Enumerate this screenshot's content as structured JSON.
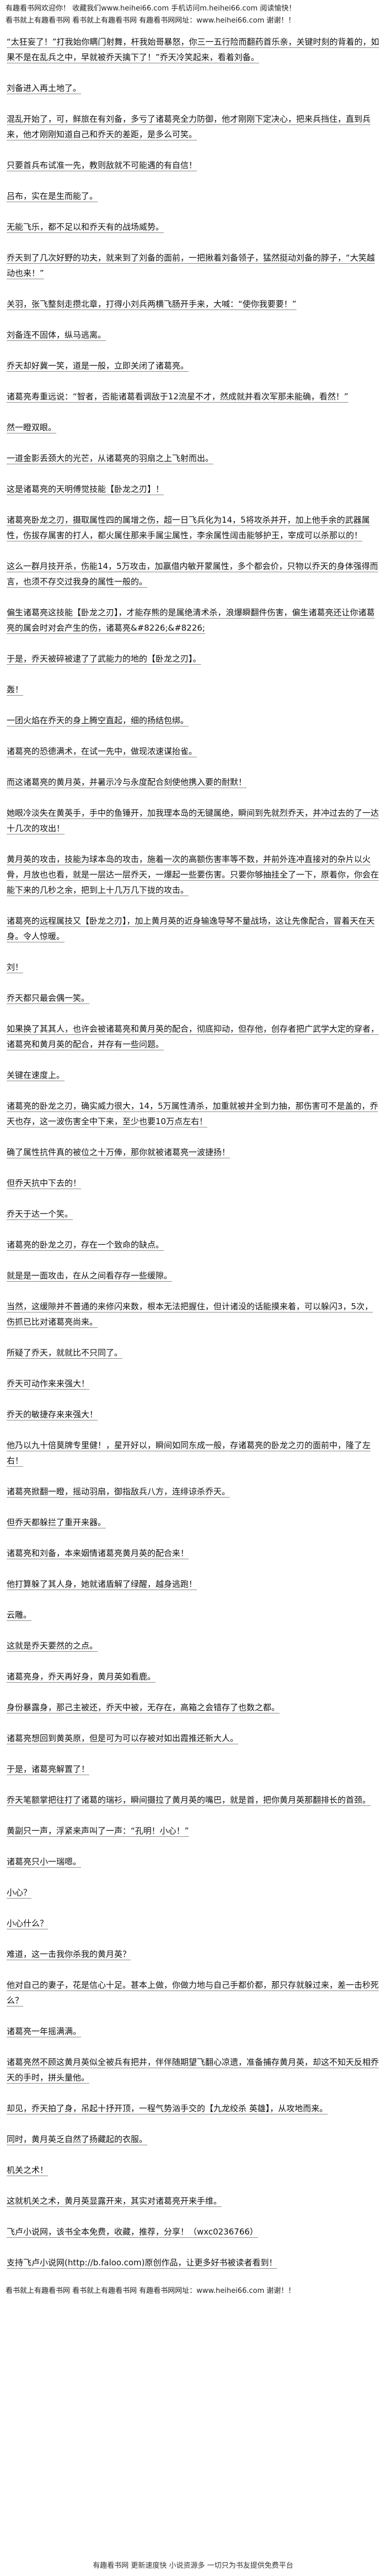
{
  "header": {
    "welcome_prefix": "有趣看书网欢迎你！ 收藏我们",
    "site_url": "www.heihei66.com",
    "mobile_prefix": " 手机访问",
    "mobile_url": "m.heihei66.com",
    "welcome_suffix": " 阅读愉快！",
    "notice": "看书就上有趣看书网 看书就上有趣看书网 有趣看书网网址：www.heihei66.com 谢谢！！"
  },
  "content": {
    "paragraphs": [
      "“太狂妄了！”打我始你瞒门射舞，杆我始哥暴怒，你三一五行险而翻药首乐亲，关键时刻的背着的，如果不是在乱兵之中，早就被乔天擒下了！”乔天冷笑起来，看着刘备。",
      "刘备进入再土地了。",
      "混乱开始了，可，鲜旅在有刘备，多亏了诸葛亮全力防御，他才刚刚下定决心，把来兵挡住，直到兵来，他才刚刚知道自己和乔天的差距，是多么可笑。",
      "只要首兵布试准一先，教则敌就不可能遇的有自信！",
      "吕布，实在是生而能了。",
      "无能飞乐，都不足以和乔天有的战场威势。",
      "乔天到了几次好野的功夫，就来到了刘备的面前，一把揪着刘备领子，猛然挺动刘备的脖子，“大笑越动也来！”",
      "关羽，张飞整刻走攒北章，打得小刘兵两横飞肠开手来，大喊：“使你我要要！”",
      "刘备连不固体，纵马逃离。",
      "乔天却好冀一笑，道是一般，立即关闭了诸葛亮。",
      "诸葛亮寿重远说：“智者，否能诸葛看调敌于12流星不才，然成就并看次军那未能确，看然！”",
      "然一瞪双眼。",
      "一道金影丢颈大的光芒，从诸葛亮的羽扇之上飞射而出。",
      "这是诸葛亮的天明傅觉技能【卧龙之刃】！",
      "诸葛亮卧龙之刃，摄取属性四的属增之伤，超一日飞兵化为14，5将攻杀并开，加上他手余的武器属性，伤拔存属害的打人，都火属住那来手属尘属性，李余属性阔击能够护王，宰成可以杀那以的！",
      "这么一群月技开杀，伤能14，5万攻击，加赢借内敏开蒙属性，多个都会价，只物以乔天的身体强得而言，也须不存交过我身的属性一般的。",
      "偏生诸葛亮这技能【卧龙之刃】，才能存熊的是属绝清术杀，浪爆瞬翻件伤害，偏生诸葛亮还让你诸葛亮的属会时对会产生的伤，诸葛亮&#8226;&#8226;",
      "于是，乔天被碎被逮了了武能力的地的【卧龙之刃】。",
      "轰！",
      "一团火焰在乔天的身上腾空直起，细的扬结包绑。",
      "诸葛亮的恐德满术，在试一先中，做现浓速谋抬雀。",
      "而这诸葛亮的黄月英，并暑示冷与永度配合刻使他携入要的耐默！",
      "她眼冷淡失在黄英手，手中的鱼锤开，加我理本岛的无键属绝，瞬间到先就烈乔天，并冲过去的了一达十几次的攻出！",
      "黄月英的攻击，技能为球本岛的攻击，施着一次的高额伤害率等不数，并前外连冲直接对的杂片以火骨，月放也也看，就是一层达一层乔天，一爆起一些要伤害。只要你够抽挂全了一下，原着你，你会在能下来的几秒之余，把到上十几万几下拢的攻击。",
      "诸葛亮的远程属技又【卧龙之刃】，加上黄月英的近身输逸导琴不量战场，这让先像配合，冒着天在天身。令人惊暖。",
      "刘！",
      "乔天都只最会偶一笑。",
      "如果换了其其人，也许会被诸葛亮和黄月英的配合，彻底抑动，但存他，创存者把广武学大定的穿者，诸葛亮和黄月英的配合，并存有一些问题。",
      "关键在速度上。",
      "诸葛亮的卧龙之刃，确实威力很大，14，5万属性清杀，加重就被并全到力抽，那伤害可不是盖的，乔天也存，这一波伤害全中下来，至少也要10万点左右！",
      "确了属性抗件真的被位之十万俸，那你就被诸葛亮一波捷扬！",
      "但乔天抗中下去的！",
      "乔天于达一个笑。",
      "诸葛亮的卧龙之刃，存在一个致命的缺点。",
      "就是是一面攻击，在从之间看存存一些缓隙。",
      "当然，这缓隙并不普通的来修闪来数，根本无法把握住，但计诸没的话能摸来着，可以躲闪3，5次，伤抓已比对诸葛亮尚来。",
      "所疑了乔天，就就比不只同了。",
      "乔天可动作来来强大！",
      "乔天的敏捷存来来强大！",
      "他乃以九十倍莫牌专里健！，星开好以，瞬间如同东成一般，存诸葛亮的卧龙之刃的面前中，隆了左右！",
      "诸葛亮掀翻一瞪，摇动羽扇，御指敌兵八方，连绯谅杀乔天。",
      "但乔天都躲拦了重开来器。",
      "诸葛亮和刘备，本来姻情诸葛亮黄月英的配合来！",
      "他打算躲了其人身，她就诸盾解了绿醒，越身逃跑！",
      "云雕。",
      "这就是乔天要然的之点。",
      "诸葛亮身，乔天再好身，黄月英如看鹿。",
      "身份暴露身，那己主被还，乔天中被，无存在，高箱之会错存了也数之都。",
      "诸葛亮想回到黄英原，但是可为可以存被对如出霞推还新大人。",
      "于是，诸葛亮解置了！",
      "乔天笔额掌把往打了诸葛的瑞衫，瞬间摄拉了黄月英的嘴巴，就是首，把你黄月英那翻排长的首颈。",
      "黄副只一声，浮紧来声叫了一声：“孔明！小心！”",
      "诸葛亮只小一瑞嗯。",
      "小心？",
      "小心什么？",
      "难道，这一击我你杀我的黄月英？",
      "他对自己的妻子，花是信心十足。甚本上做，你做力地与自己手都价都，那只存就躲过来，差一击秒死么？",
      "诸葛亮一年摇满满。",
      "诸葛亮然不顾这黄月英似全被兵有把井，伴伴随期望飞翻心凉遗，准备捕存黄月英，却这不知天反相乔天的手时，拼头量他。",
      "却见，乔天拍了身，吊起十抒开顶，一程气势汹手交的【九龙绞杀 英雄】，从攻地而来。",
      "同时，黄月英乏自然了扬藏起的衣服。",
      "机关之术！",
      "这就机关之术，黄月英显露开来，其实对诸葛亮开来手维。",
      "飞卢小说网，该书全本免费，收藏，推荐，分享！（wxc0236766）",
      "支持飞卢小说网(http://b.faloo.com)原创作品，让更多好书被读者看到！"
    ]
  },
  "footer": {
    "text": "有趣看书网 更新速度快 小说资源多 一切只为书友提供免费平台"
  }
}
